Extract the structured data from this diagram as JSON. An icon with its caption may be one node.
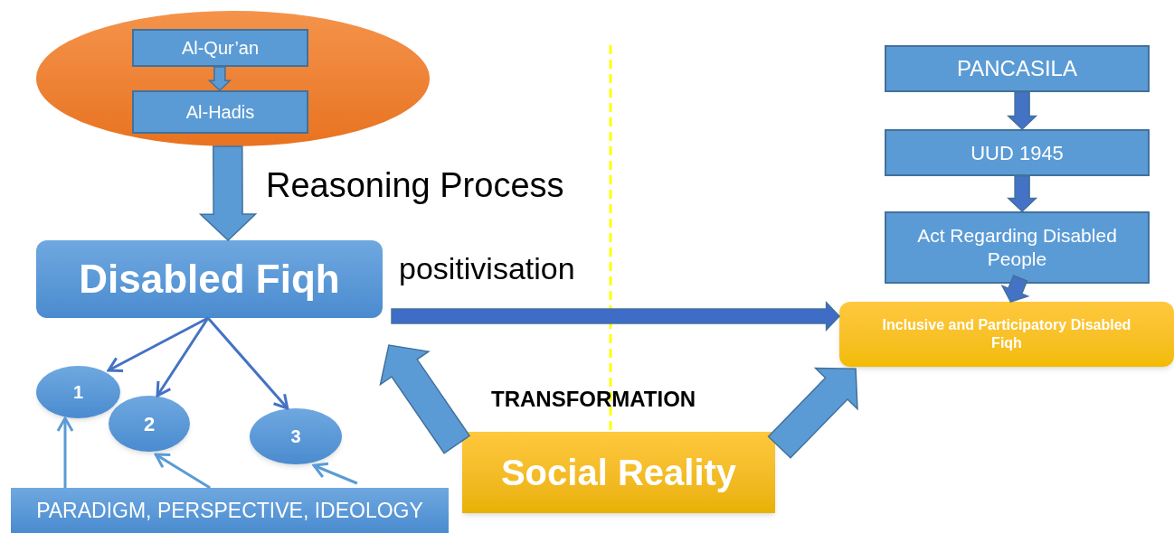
{
  "diagram": {
    "nodes": [
      {
        "text": [],
        "shape": "circle"
      },
      {
        "text": [
          "Al-Qur’an"
        ],
        "in": 0
      },
      {
        "text": [
          "Al-Hadis"
        ],
        "in": 0
      },
      {
        "text": [
          "Disabled Fiqh"
        ]
      },
      {
        "text": [
          "1"
        ]
      },
      {
        "text": [
          "2"
        ]
      },
      {
        "text": [
          "3"
        ]
      },
      {
        "text": [
          "PARADIGM, PERSPECTIVE, IDEOLOGY"
        ]
      },
      {
        "text": [
          "Social Reality"
        ]
      },
      {
        "text": [
          "PANCASILA"
        ]
      },
      {
        "text": [
          "UUD 1945"
        ]
      },
      {
        "text": [
          "Act Regarding Disabled People"
        ]
      },
      {
        "text": [
          "Inclusive and Participatory Disabled Fiqh"
        ]
      }
    ],
    "edges": [
      {
        "from": 1,
        "to": 2,
        "arrow": "to",
        "style": "thick"
      },
      {
        "from": 0,
        "to": 3,
        "arrow": "to",
        "style": "thick",
        "label": "Reasoning Process"
      },
      {
        "from": 3,
        "to": 4,
        "arrow": "to"
      },
      {
        "from": 3,
        "to": 5,
        "arrow": "to"
      },
      {
        "from": 3,
        "to": 6,
        "arrow": "to"
      },
      {
        "from": 7,
        "to": 4,
        "arrow": "to"
      },
      {
        "from": 7,
        "to": 5,
        "arrow": "to"
      },
      {
        "from": 7,
        "to": 6,
        "arrow": "to"
      },
      {
        "from": 3,
        "to": 12,
        "arrow": "to",
        "style": "thick",
        "label": "positivisation"
      },
      {
        "from": 8,
        "to": 3,
        "arrow": "to",
        "style": "thick"
      },
      {
        "from": 8,
        "to": 12,
        "arrow": "to",
        "style": "thick"
      },
      {
        "from": 9,
        "to": 10,
        "arrow": "to",
        "style": "thick"
      },
      {
        "from": 10,
        "to": 11,
        "arrow": "to",
        "style": "thick"
      },
      {
        "from": 11,
        "to": 12,
        "arrow": "to",
        "style": "thick"
      }
    ],
    "labels": [
      "TRANSFORMATION"
    ]
  }
}
